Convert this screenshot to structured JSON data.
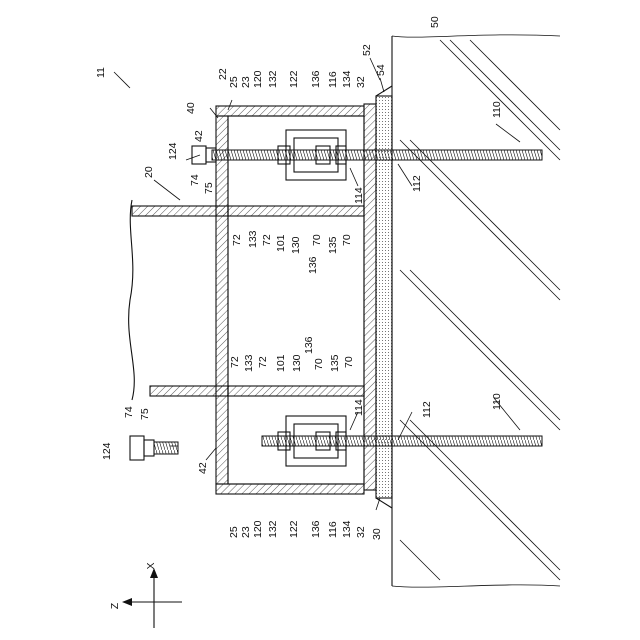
{
  "figure": {
    "ref_main": "11",
    "axis_x": "X",
    "axis_z": "Z"
  },
  "upper_top_labels": [
    "25",
    "23",
    "120",
    "132",
    "122",
    "136",
    "116",
    "134",
    "32"
  ],
  "lower_bottom_labels": [
    "25",
    "23",
    "120",
    "132",
    "122",
    "136",
    "116",
    "134",
    "32"
  ],
  "upper_mid_labels": [
    "72",
    "133",
    "72",
    "101",
    "130",
    "136",
    "70",
    "135",
    "70"
  ],
  "lower_mid_labels": [
    "72",
    "133",
    "72",
    "101",
    "130",
    "136",
    "70",
    "135",
    "70"
  ],
  "refs": {
    "r22": "22",
    "r40": "40",
    "r52": "52",
    "r54": "54",
    "r50": "50",
    "r110a": "110",
    "r110b": "110",
    "r112a": "112",
    "r112b": "112",
    "r114a": "114",
    "r114b": "114",
    "r20": "20",
    "r124a": "124",
    "r42a": "42",
    "r74a": "74",
    "r75a": "75",
    "r124b": "124",
    "r74b": "74",
    "r75b": "75",
    "r42b": "42",
    "r30": "30"
  }
}
